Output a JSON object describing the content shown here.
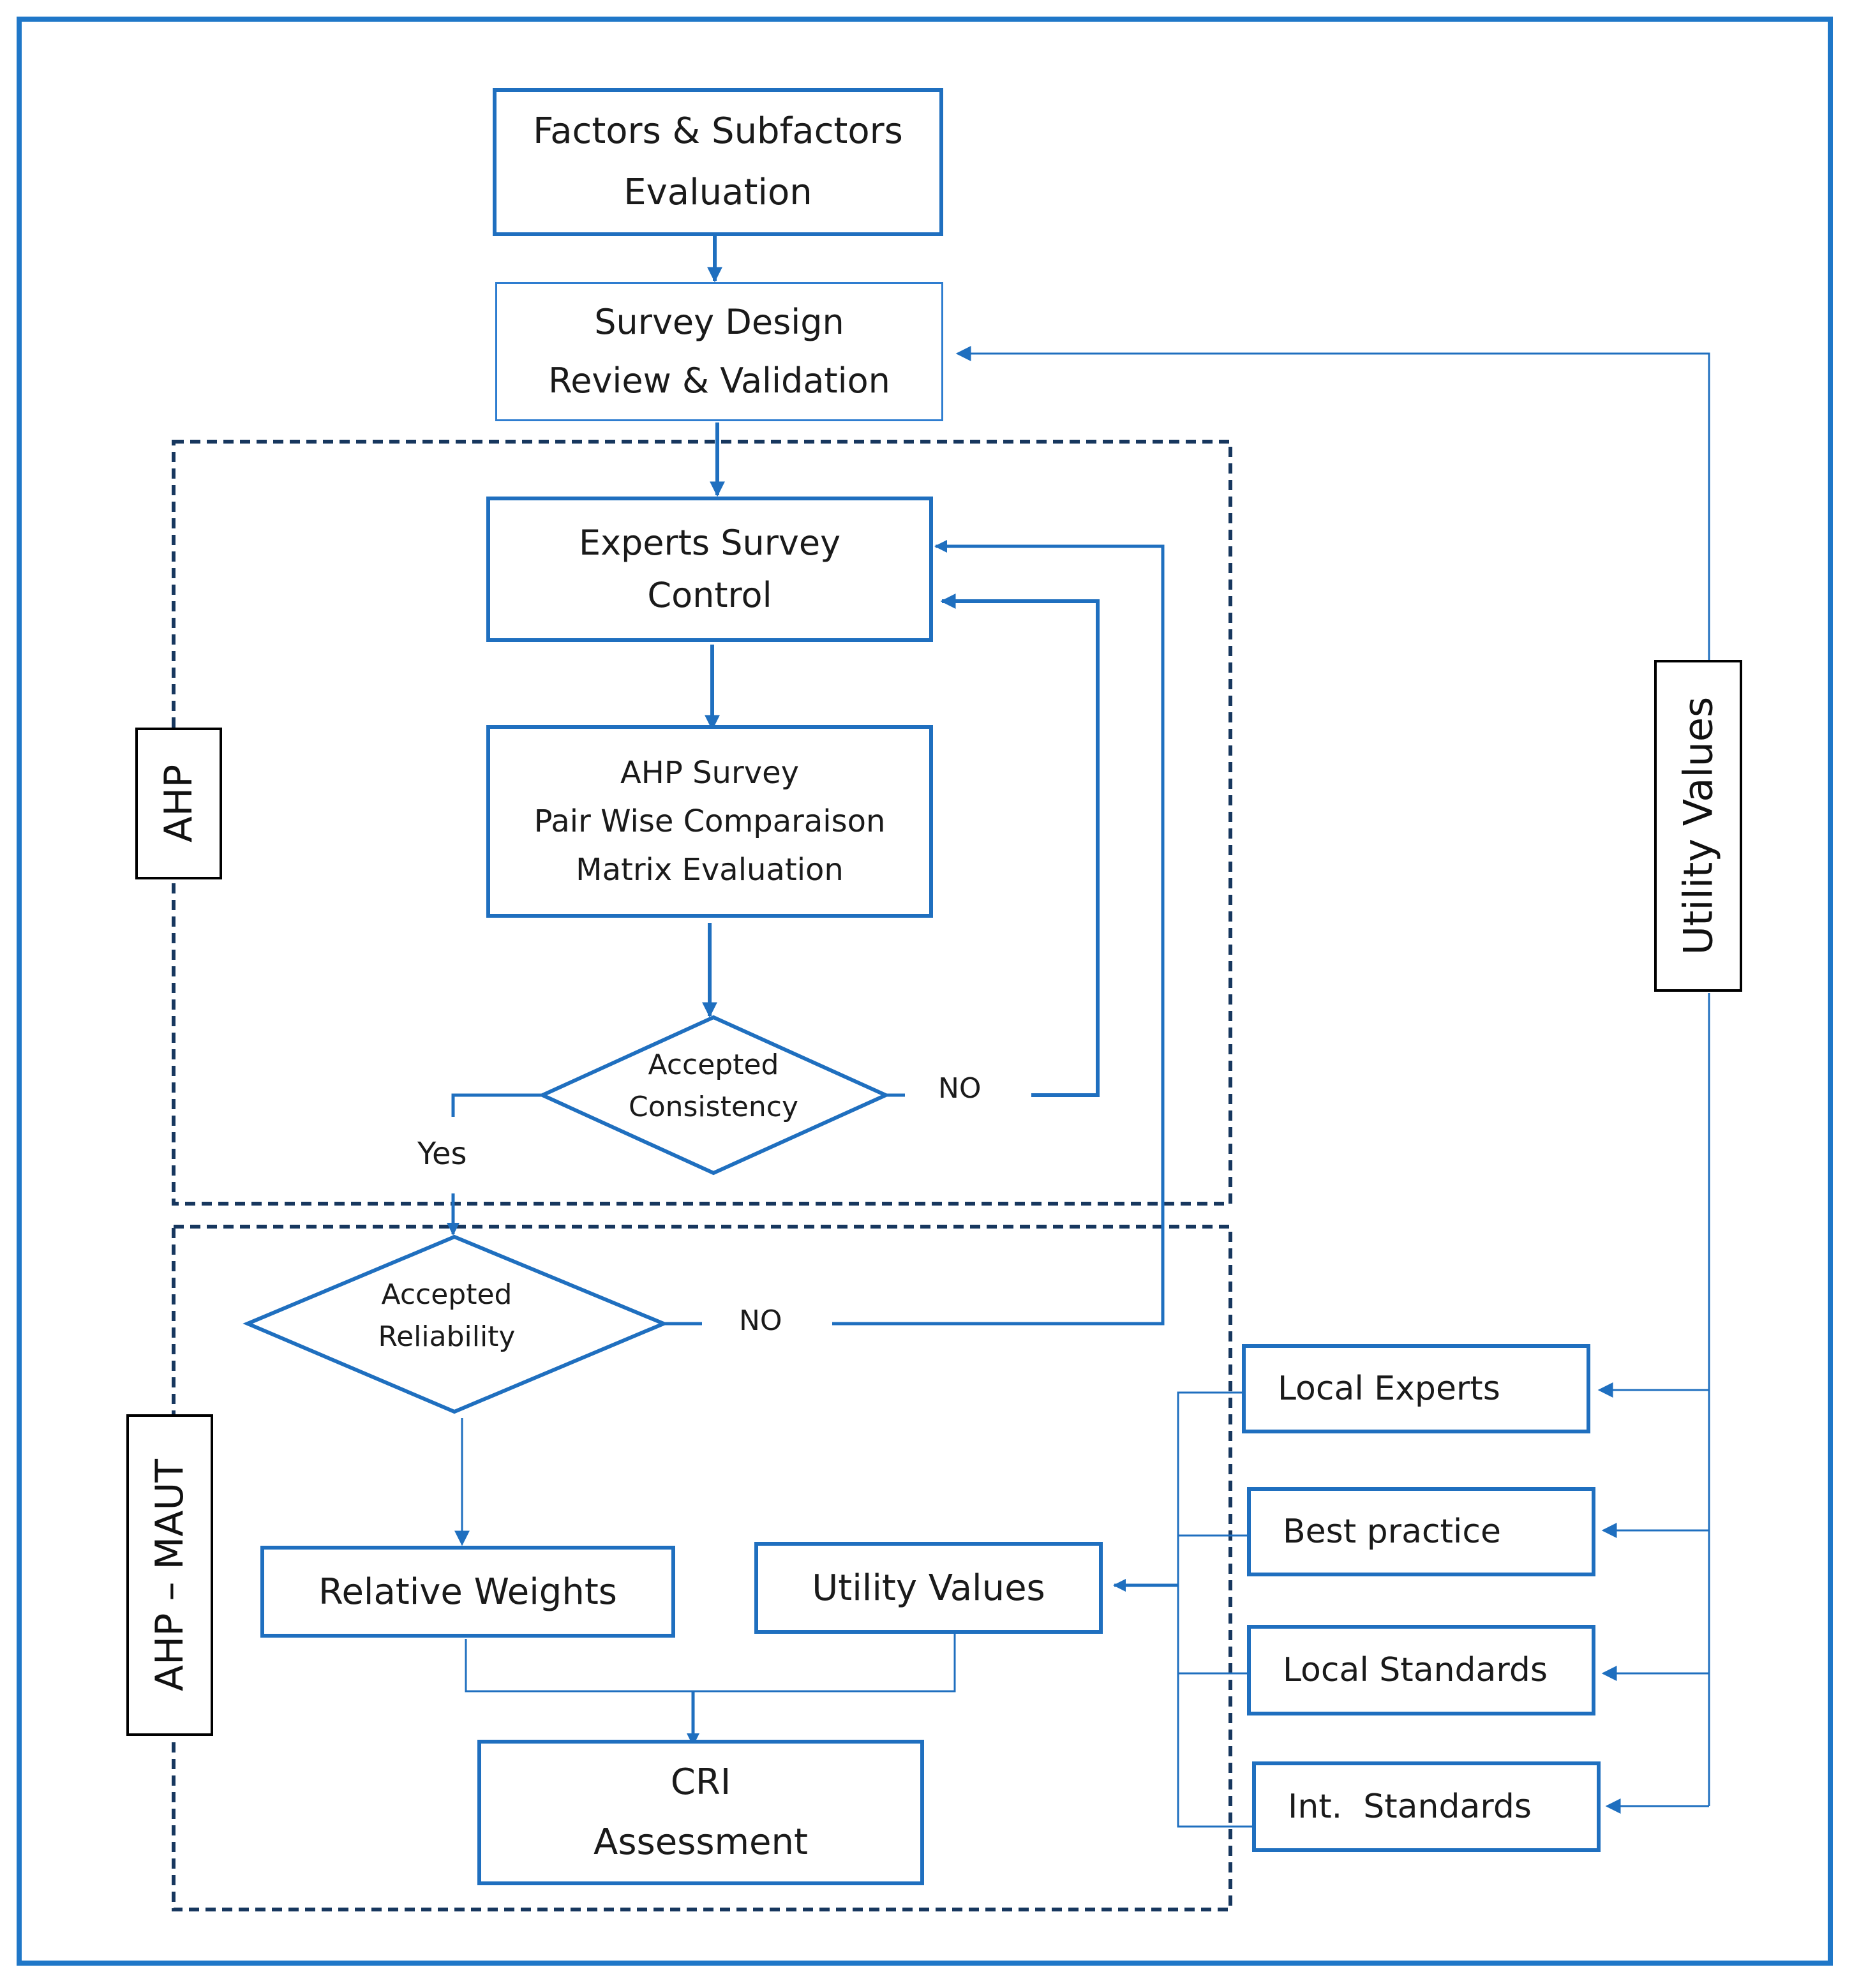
{
  "colors": {
    "frame": "#1f77c8",
    "box_border": "#1f6fbf",
    "arrow": "#1f6fbf",
    "group_border": "#17375e"
  },
  "nodes": {
    "factors": [
      "Factors & Subfactors",
      "Evaluation"
    ],
    "survey_design": [
      "Survey Design",
      "Review & Validation"
    ],
    "experts_survey": [
      "Experts Survey",
      "Control"
    ],
    "ahp_survey": [
      "AHP Survey",
      "Pair Wise Comparaison",
      "Matrix Evaluation"
    ],
    "accepted_consistency": [
      "Accepted",
      "Consistency"
    ],
    "accepted_reliability": [
      "Accepted",
      "Reliability"
    ],
    "relative_weights": "Relative Weights",
    "utility_values_box": "Utility Values",
    "cri_assessment": [
      "CRI",
      "Assessment"
    ],
    "local_experts": "Local Experts",
    "best_practice": "Best practice",
    "local_standards": "Local Standards",
    "int_standards": "Int.  Standards"
  },
  "edge_labels": {
    "no_consistency": "NO",
    "yes": "Yes",
    "no_reliability": "NO"
  },
  "group_labels": {
    "ahp": "AHP",
    "ahp_maut": "AHP – MAUT",
    "utility_values_side": "Utility Values"
  }
}
